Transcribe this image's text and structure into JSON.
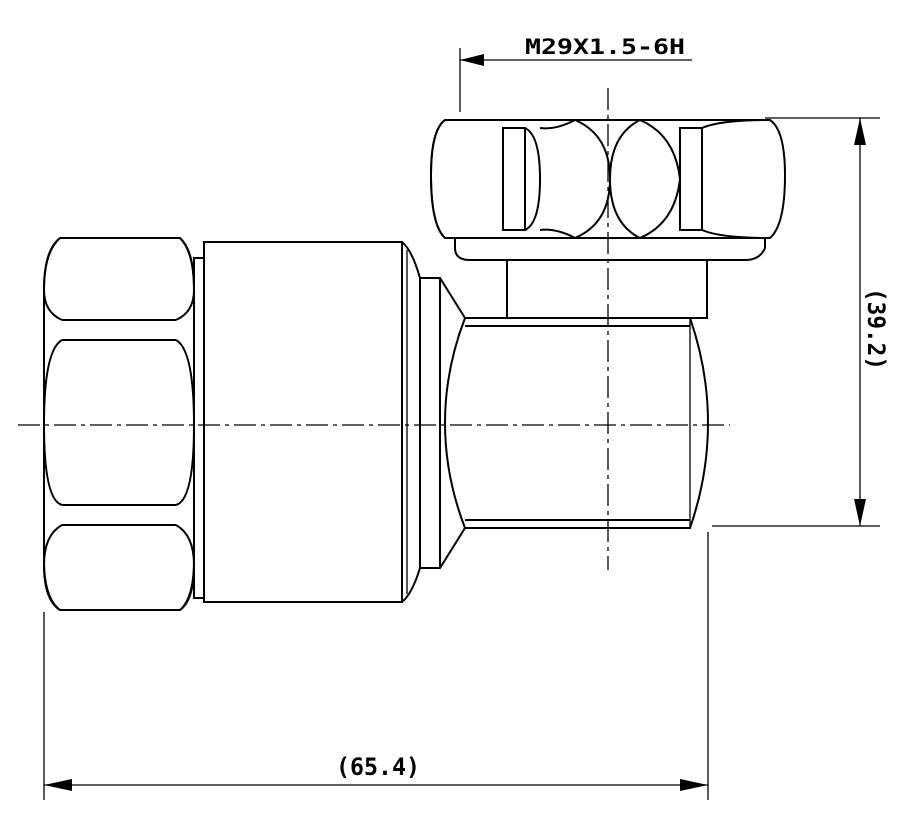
{
  "drawing": {
    "thread_callout": "M29X1.5-6H",
    "height_dimension": "(39.2)",
    "width_dimension": "(65.4)",
    "line_color": "#000000",
    "background_color": "#ffffff"
  }
}
